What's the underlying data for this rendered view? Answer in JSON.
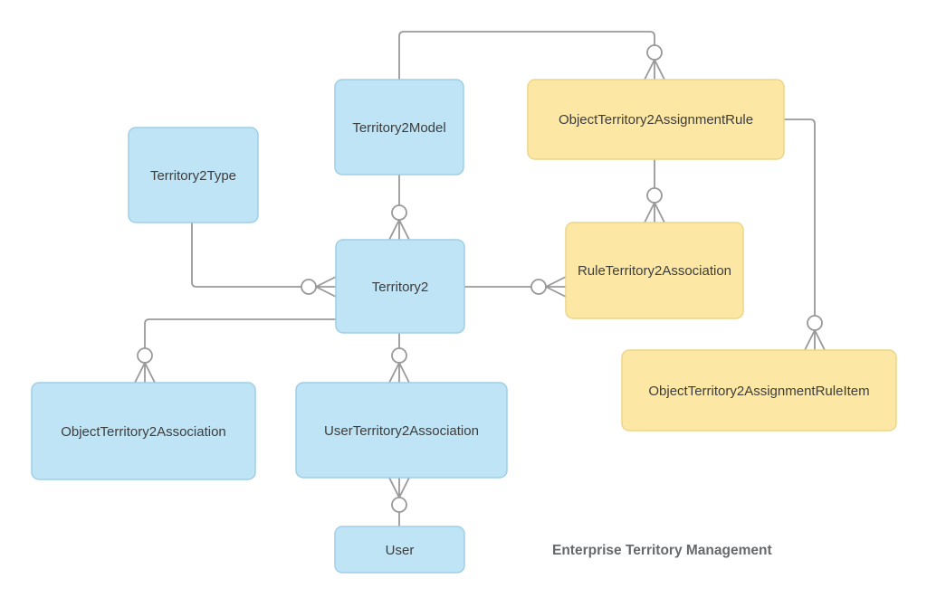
{
  "diagram": {
    "caption": "Enterprise Territory Management",
    "colors": {
      "background": "#ffffff",
      "blue_fill": "#bfe4f5",
      "blue_border": "#9fcfe6",
      "yellow_fill": "#fce8a4",
      "yellow_border": "#ecd588",
      "connector": "#999999",
      "entity_text": "#3d3d3d",
      "caption_text": "#66696c"
    },
    "entities": [
      {
        "id": "territory2type",
        "label": "Territory2Type",
        "color": "blue"
      },
      {
        "id": "territory2model",
        "label": "Territory2Model",
        "color": "blue"
      },
      {
        "id": "objectterritory2assignmentrule",
        "label": "ObjectTerritory2AssignmentRule",
        "color": "yellow"
      },
      {
        "id": "territory2",
        "label": "Territory2",
        "color": "blue"
      },
      {
        "id": "ruleterritory2association",
        "label": "RuleTerritory2Association",
        "color": "yellow"
      },
      {
        "id": "objectterritory2association",
        "label": "ObjectTerritory2Association",
        "color": "blue"
      },
      {
        "id": "userterritory2association",
        "label": "UserTerritory2Association",
        "color": "blue"
      },
      {
        "id": "objectterritory2assignmentruleitem",
        "label": "ObjectTerritory2AssignmentRuleItem",
        "color": "yellow"
      },
      {
        "id": "user",
        "label": "User",
        "color": "blue"
      }
    ],
    "relationships": [
      {
        "from": "Territory2Model",
        "to": "ObjectTerritory2AssignmentRule",
        "many_end": "ObjectTerritory2AssignmentRule",
        "notation": "zero-or-many"
      },
      {
        "from": "Territory2Model",
        "to": "Territory2",
        "many_end": "Territory2",
        "notation": "zero-or-many"
      },
      {
        "from": "ObjectTerritory2AssignmentRule",
        "to": "RuleTerritory2Association",
        "many_end": "RuleTerritory2Association",
        "notation": "zero-or-many"
      },
      {
        "from": "Territory2",
        "to": "RuleTerritory2Association",
        "many_end": "RuleTerritory2Association",
        "notation": "zero-or-many"
      },
      {
        "from": "Territory2Type",
        "to": "Territory2",
        "many_end": "Territory2",
        "notation": "zero-or-many"
      },
      {
        "from": "Territory2",
        "to": "ObjectTerritory2Association",
        "many_end": "ObjectTerritory2Association",
        "notation": "zero-or-many"
      },
      {
        "from": "Territory2",
        "to": "UserTerritory2Association",
        "many_end": "UserTerritory2Association",
        "notation": "zero-or-many"
      },
      {
        "from": "User",
        "to": "UserTerritory2Association",
        "many_end": "UserTerritory2Association",
        "notation": "zero-or-many"
      },
      {
        "from": "ObjectTerritory2AssignmentRule",
        "to": "ObjectTerritory2AssignmentRuleItem",
        "many_end": "ObjectTerritory2AssignmentRuleItem",
        "notation": "zero-or-many"
      }
    ]
  }
}
